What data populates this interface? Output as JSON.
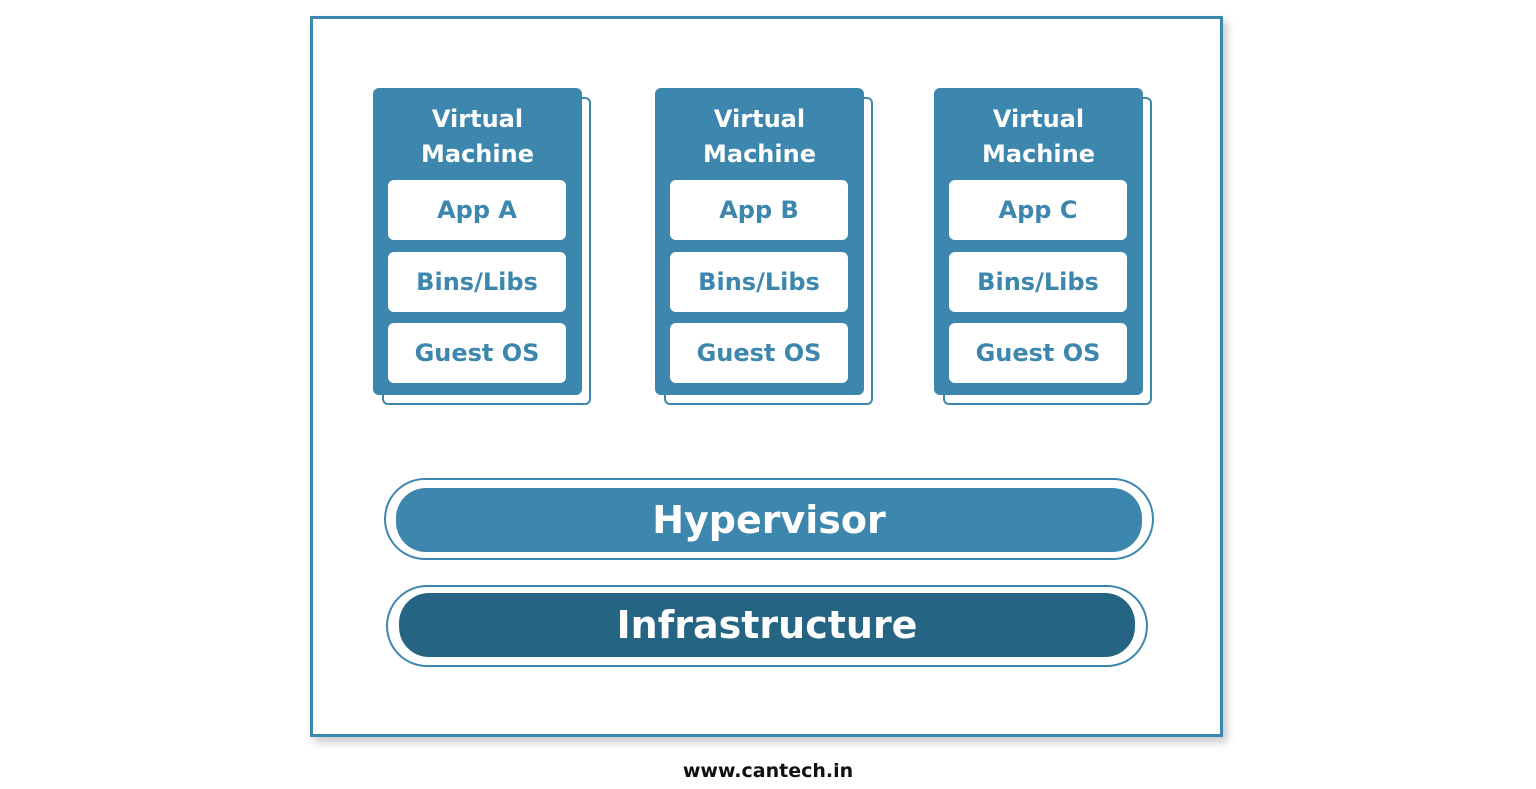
{
  "diagram": {
    "virtual_machines": [
      {
        "title": "Virtual\nMachine",
        "app": "App A",
        "bins_libs": "Bins/Libs",
        "guest_os": "Guest OS"
      },
      {
        "title": "Virtual\nMachine",
        "app": "App B",
        "bins_libs": "Bins/Libs",
        "guest_os": "Guest OS"
      },
      {
        "title": "Virtual\nMachine",
        "app": "App C",
        "bins_libs": "Bins/Libs",
        "guest_os": "Guest OS"
      }
    ],
    "hypervisor": "Hypervisor",
    "infrastructure": "Infrastructure"
  },
  "footer": {
    "url": "www.cantech.in"
  },
  "colors": {
    "primary_blue": "#3d86ad",
    "dark_blue": "#256583",
    "white": "#ffffff"
  }
}
